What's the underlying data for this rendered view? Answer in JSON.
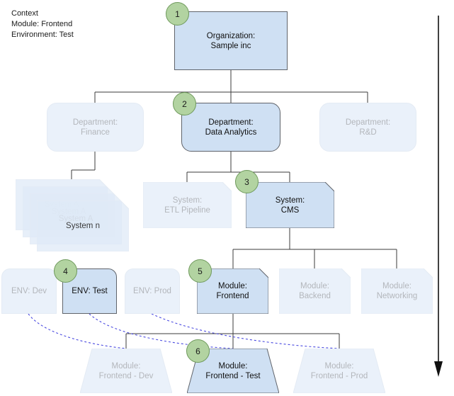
{
  "context": {
    "lines": [
      "Context",
      "Module: Frontend",
      "Environment: Test"
    ],
    "text": "Context\nModule: Frontend\nEnvironment: Test"
  },
  "colors": {
    "active_fill": "#cfe0f3",
    "active_stroke": "#60646b",
    "inactive_fill": "#eaf1fa",
    "inactive_stroke": "#e4ebf4",
    "inactive_text": "#b3b6bb",
    "active_text": "#101010",
    "badge_fill": "#b2d3a1",
    "badge_stroke": "#6f9a5c",
    "edge": "#3b3b3b",
    "dashed_edge": "#4a4ae0"
  },
  "diagram": {
    "type": "hierarchy-tree",
    "levels": [
      "Organization",
      "Department",
      "System",
      "Module",
      "Environment",
      "Module-Environment"
    ],
    "flow_arrow_direction": "down"
  },
  "nodes": {
    "organization": {
      "label": "Organization:\nSample inc",
      "badge": "1",
      "state": "active",
      "shape": "rect"
    },
    "department_finance": {
      "label": "Department:\nFinance",
      "state": "inactive",
      "shape": "rounded"
    },
    "department_data_analytics": {
      "label": "Department:\nData Analytics",
      "badge": "2",
      "state": "active",
      "shape": "rounded"
    },
    "department_rd": {
      "label": "Department:\nR&D",
      "state": "inactive",
      "shape": "rounded"
    },
    "system_stack": {
      "state": "inactive",
      "shape": "stacked-cut",
      "cards": [
        {
          "label": "System A"
        },
        {
          "label": "System A"
        },
        {
          "label": "System A"
        },
        {
          "label": "System n"
        }
      ]
    },
    "system_etl": {
      "label": "System:\nETL Pipeline",
      "state": "inactive",
      "shape": "cut-corner"
    },
    "system_cms": {
      "label": "System:\nCMS",
      "badge": "3",
      "state": "active",
      "shape": "cut-corner"
    },
    "env_dev": {
      "label": "ENV: Dev",
      "state": "inactive",
      "shape": "env-box"
    },
    "env_test": {
      "label": "ENV: Test",
      "badge": "4",
      "state": "active",
      "shape": "env-box"
    },
    "env_prod": {
      "label": "ENV: Prod",
      "state": "inactive",
      "shape": "env-box"
    },
    "module_frontend": {
      "label": "Module:\nFrontend",
      "badge": "5",
      "state": "active",
      "shape": "cut-corner"
    },
    "module_backend": {
      "label": "Module:\nBackend",
      "state": "inactive",
      "shape": "cut-corner"
    },
    "module_networking": {
      "label": "Module:\nNetworking",
      "state": "inactive",
      "shape": "cut-corner"
    },
    "module_frontend_dev": {
      "label": "Module:\nFrontend - Dev",
      "state": "inactive",
      "shape": "trapezoid"
    },
    "module_frontend_test": {
      "label": "Module:\nFrontend - Test",
      "badge": "6",
      "state": "active",
      "shape": "trapezoid"
    },
    "module_frontend_prod": {
      "label": "Module:\nFrontend - Prod",
      "state": "inactive",
      "shape": "trapezoid"
    }
  }
}
